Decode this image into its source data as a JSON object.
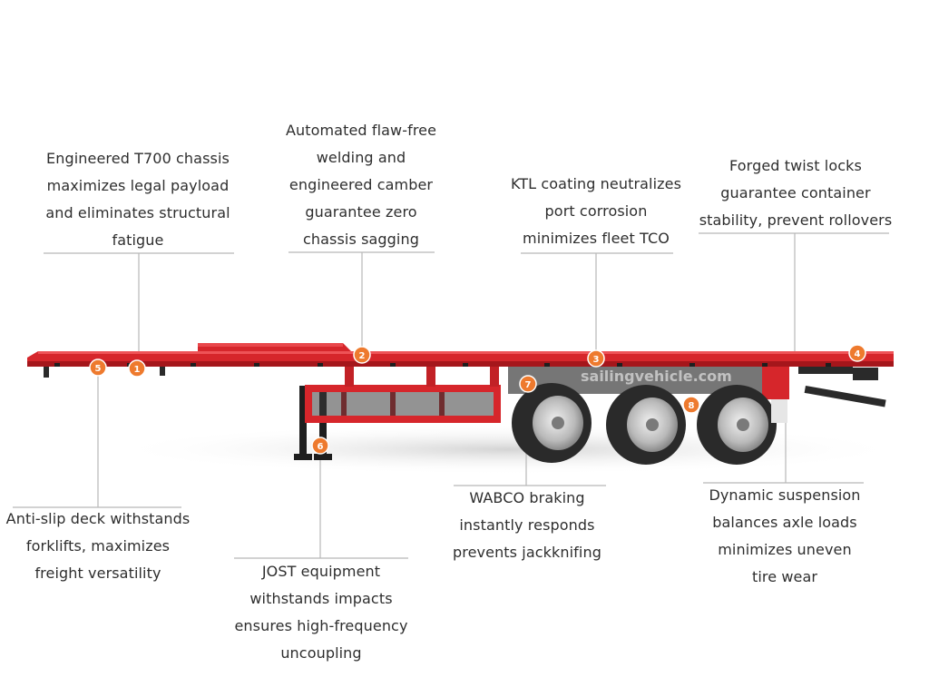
{
  "callouts": [
    {
      "id": 1,
      "lines": [
        "Engineered T700 chassis",
        "maximizes legal payload",
        "and eliminates structural",
        "fatigue"
      ]
    },
    {
      "id": 2,
      "lines": [
        "Automated flaw-free",
        "welding and",
        "engineered camber",
        "guarantee zero",
        "chassis sagging"
      ]
    },
    {
      "id": 3,
      "lines": [
        "KTL coating neutralizes",
        "port corrosion",
        "minimizes fleet TCO"
      ]
    },
    {
      "id": 4,
      "lines": [
        "Forged twist locks",
        "guarantee container",
        "stability, prevent rollovers"
      ]
    },
    {
      "id": 5,
      "lines": [
        "Anti-slip deck withstands",
        "forklifts, maximizes",
        "freight versatility"
      ]
    },
    {
      "id": 6,
      "lines": [
        "JOST equipment",
        "withstands impacts",
        "ensures high-frequency",
        "uncoupling"
      ]
    },
    {
      "id": 7,
      "lines": [
        "WABCO braking",
        "instantly responds",
        "prevents jackknifing"
      ]
    },
    {
      "id": 8,
      "lines": [
        "Dynamic suspension",
        "balances axle loads",
        "minimizes uneven",
        "tire wear"
      ]
    }
  ],
  "markers": [
    "1",
    "2",
    "3",
    "4",
    "5",
    "6",
    "7",
    "8"
  ],
  "watermark": "sailingvehicle.com",
  "colors": {
    "trailer_red": "#d6262b",
    "trailer_dark_red": "#a5161b",
    "marker_orange": "#ee7a2e",
    "leader_line": "#b8b8b8",
    "tire": "#2a2a2a",
    "rim": "#c9c9c9"
  }
}
